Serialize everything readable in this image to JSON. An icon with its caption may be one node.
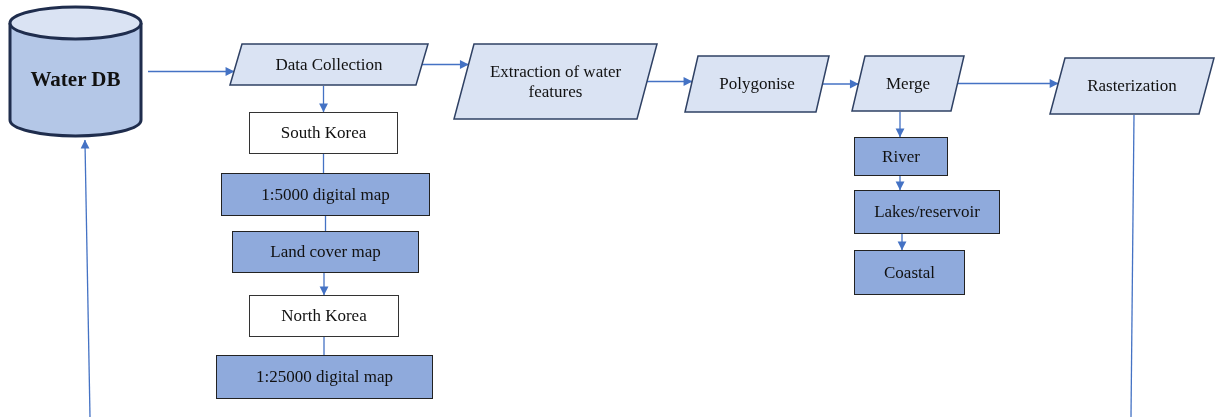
{
  "diagram": {
    "nodes": [
      {
        "text": [
          "Water DB"
        ]
      },
      {
        "text": [
          "Data Collection"
        ]
      },
      {
        "text": [
          "Extraction of water features"
        ]
      },
      {
        "text": [
          "Polygonise"
        ]
      },
      {
        "text": [
          "Merge"
        ]
      },
      {
        "text": [
          "Rasterization"
        ]
      },
      {
        "text": [
          "South Korea"
        ]
      },
      {
        "text": [
          "1:5000 digital map"
        ]
      },
      {
        "text": [
          "Land cover map"
        ]
      },
      {
        "text": [
          "North Korea"
        ]
      },
      {
        "text": [
          "1:25000 digital map"
        ]
      },
      {
        "text": [
          "River"
        ]
      },
      {
        "text": [
          "Lakes/reservoir"
        ]
      },
      {
        "text": [
          "Coastal"
        ]
      }
    ],
    "edges": [
      {
        "from": 0,
        "to": 1,
        "arrow": "to"
      },
      {
        "from": 1,
        "to": 2,
        "arrow": "to"
      },
      {
        "from": 2,
        "to": 3,
        "arrow": "to"
      },
      {
        "from": 3,
        "to": 4,
        "arrow": "to"
      },
      {
        "from": 4,
        "to": 5,
        "arrow": "to"
      },
      {
        "from": 1,
        "to": 6,
        "arrow": "to"
      },
      {
        "from": 6,
        "to": 7,
        "arrow": "none"
      },
      {
        "from": 7,
        "to": 8,
        "arrow": "none"
      },
      {
        "from": 8,
        "to": 9,
        "arrow": "to"
      },
      {
        "from": 9,
        "to": 10,
        "arrow": "none"
      },
      {
        "from": 4,
        "to": 11,
        "arrow": "to"
      },
      {
        "from": 11,
        "to": 12,
        "arrow": "to"
      },
      {
        "from": 12,
        "to": 13,
        "arrow": "to"
      },
      {
        "from": 5,
        "to": null,
        "arrow": "none"
      },
      {
        "from": null,
        "to": 0,
        "arrow": "to"
      }
    ]
  }
}
